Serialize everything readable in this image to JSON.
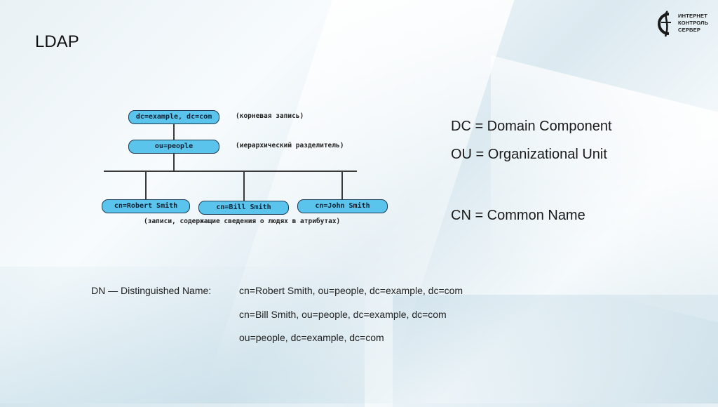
{
  "slide": {
    "title": "LDAP",
    "logo": {
      "lines": [
        "ИНТЕРНЕТ",
        "КОНТРОЛЬ",
        "СЕРВЕР"
      ]
    }
  },
  "diagram": {
    "root": {
      "label": "dc=example, dc=com",
      "note": "(корневая запись)"
    },
    "ou": {
      "label": "ou=people",
      "note": "(иерархический разделитель)"
    },
    "leaves": [
      {
        "label": "cn=Robert Smith"
      },
      {
        "label": "cn=Bill Smith"
      },
      {
        "label": "cn=John Smith"
      }
    ],
    "leaves_note": "(записи, содержащие сведения о людях в атрибутах)"
  },
  "definitions": [
    "DC = Domain Component",
    "OU = Organizational Unit",
    "CN = Common Name"
  ],
  "dn": {
    "label": "DN —  Distinguished Name:",
    "examples": [
      "cn=Robert Smith, ou=people, dc=example, dc=com",
      "cn=Bill Smith, ou=people, dc=example, dc=com",
      "ou=people, dc=example, dc=com"
    ]
  }
}
